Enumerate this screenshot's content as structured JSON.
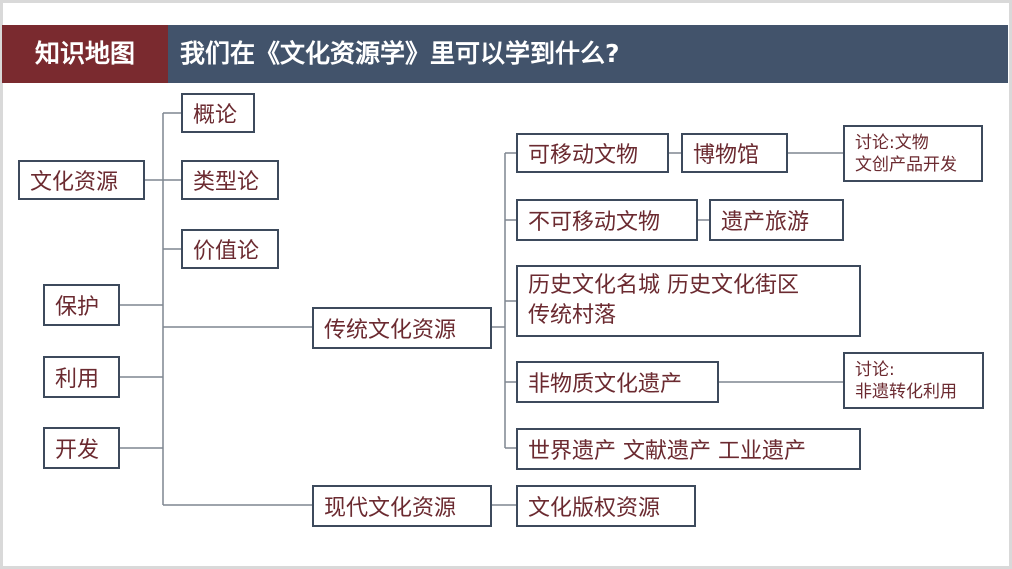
{
  "header": {
    "tag": "知识地图",
    "title": "我们在《文化资源学》里可以学到什么?"
  },
  "nodes": {
    "gailun": "概论",
    "leixinglun": "类型论",
    "jiazhilun": "价值论",
    "wenhuaziyuan": "文化资源",
    "baohu": "保护",
    "liyong": "利用",
    "kaifa": "开发",
    "chuantong": "传统文化资源",
    "xiandai": "现代文化资源",
    "keyidong": "可移动文物",
    "bowuguan": "博物馆",
    "discuss1": [
      "讨论:文物",
      "文创产品开发"
    ],
    "bukeyidong": "不可移动文物",
    "yichanlvyou": "遗产旅游",
    "lishi": [
      "历史文化名城 历史文化街区",
      "传统村落"
    ],
    "feiwuzhi": "非物质文化遗产",
    "discuss2": [
      "讨论:",
      "非遗转化利用"
    ],
    "shijie": "世界遗产 文献遗产 工业遗产",
    "banquan": "文化版权资源"
  },
  "colors": {
    "header_red": "#7a2a2f",
    "header_blue": "#42536b",
    "text": "#6b2a30",
    "border": "#3d4a5c"
  }
}
